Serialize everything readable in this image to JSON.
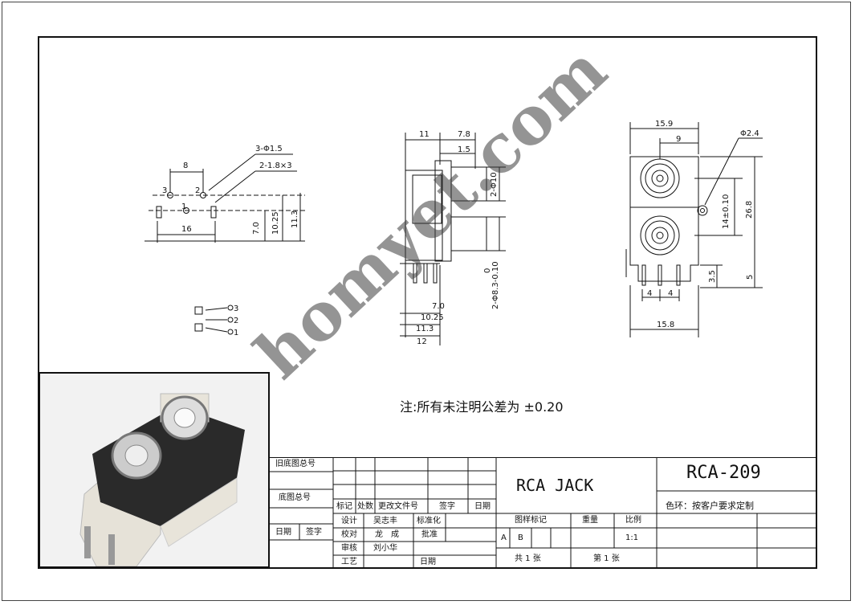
{
  "top_view": {
    "label_holes": "3-Φ1.5",
    "label_slots": "2-1.8×3",
    "dim_8": "8",
    "dim_16": "16",
    "dim_7": "7.0",
    "dim_1025": "10.25",
    "dim_113": "11.3",
    "pin3": "3",
    "pin2": "2",
    "pin1": "1"
  },
  "schematic": {
    "p3": "3",
    "p2": "2",
    "p1": "1"
  },
  "side_view": {
    "d11": "11",
    "d78": "7.8",
    "d15": "1.5",
    "d2phi10": "2-Φ10",
    "dtol": "2-Φ8.3-0.10",
    "d0": "0",
    "d7": "7.0",
    "d1025": "10.25",
    "d113": "11.3",
    "d12": "12"
  },
  "front_view": {
    "d159": "15.9",
    "d9": "9",
    "dphi24": "Φ2.4",
    "d14": "14±0.10",
    "d268": "26.8",
    "d35": "3.5",
    "d5": "5",
    "d4a": "4",
    "d4b": "4",
    "d158": "15.8"
  },
  "note": "注:所有未注明公差为 ±0.20",
  "watermark": "homyet.com",
  "title_block": {
    "old_drawing_no": "旧底图总号",
    "base_drawing_no": "底图总号",
    "date": "日期",
    "sign": "签字",
    "mark": "标记",
    "count": "处数",
    "change_doc": "更改文件号",
    "sign2": "签字",
    "date2": "日期",
    "design": "设计",
    "designer": "吴志丰",
    "standardize": "标准化",
    "check": "校对",
    "checker": "龙　成",
    "approve": "批准",
    "review": "审核",
    "reviewer": "刘小华",
    "process": "工艺",
    "date3": "日期",
    "product": "RCA JACK",
    "part_no": "RCA-209",
    "color_note": "色环：按客户要求定制",
    "pattern_mark": "图样标记",
    "weight": "重量",
    "scale": "比例",
    "a": "A",
    "b": "B",
    "scale_val": "1:1",
    "total_sheets": "共 1 张",
    "sheet_no": "第 1 张"
  }
}
